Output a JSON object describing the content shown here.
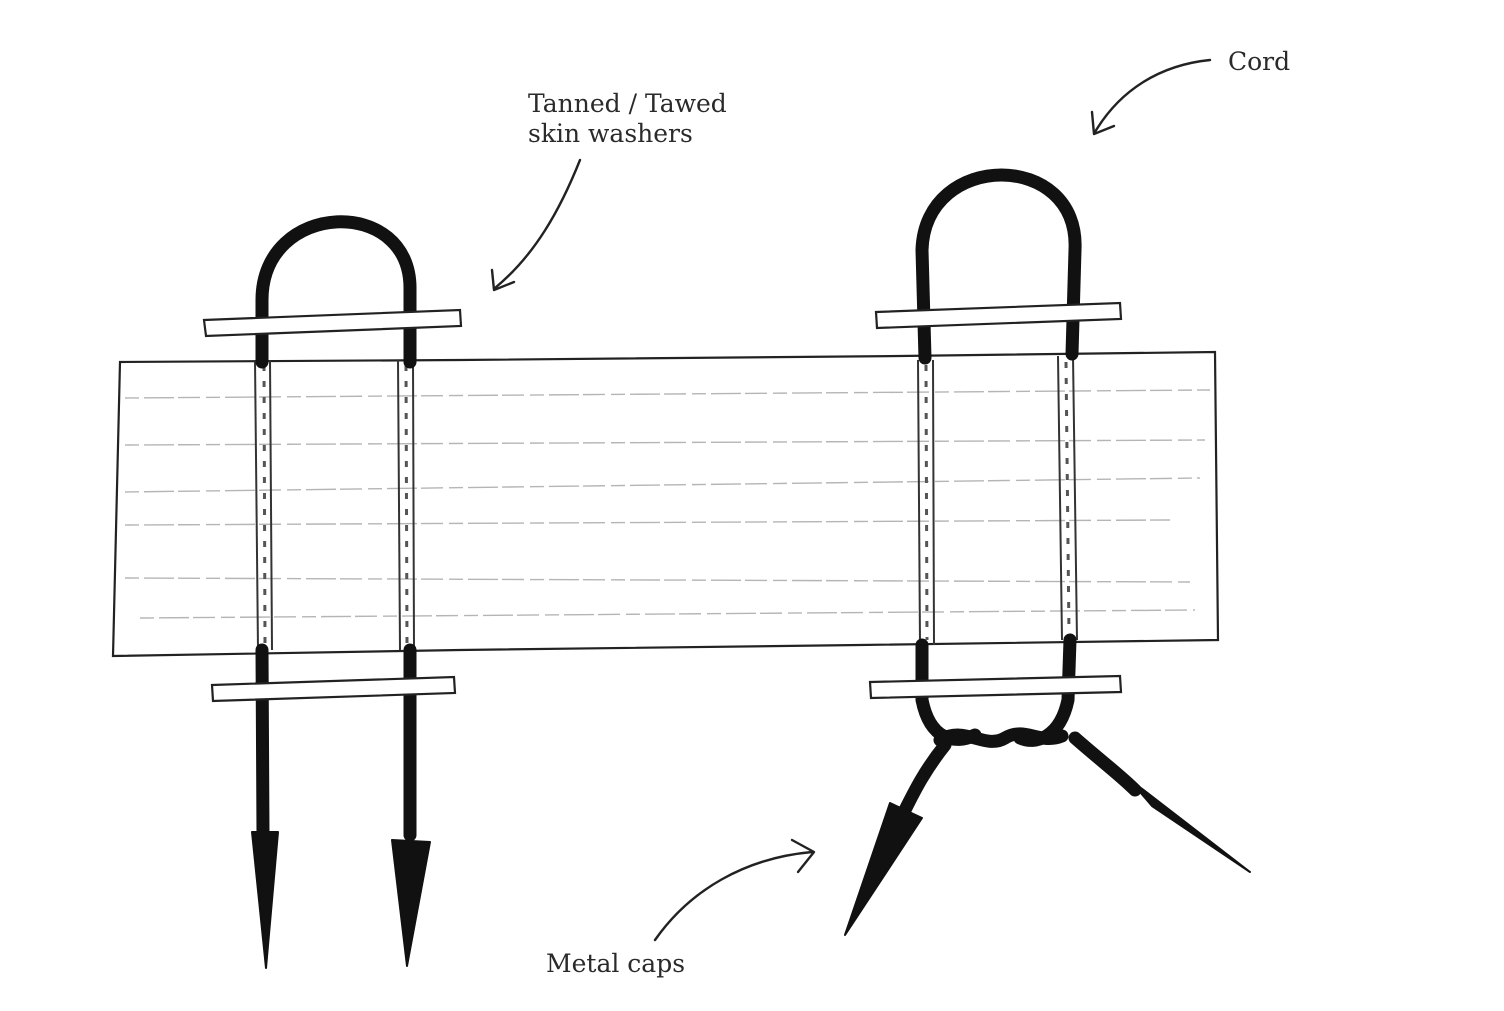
{
  "labels": {
    "washers_line1": "Tanned / Tawed",
    "washers_line2": "skin washers",
    "cord": "Cord",
    "metal_caps": "Metal caps"
  },
  "colors": {
    "ink": "#111111",
    "background": "#ffffff",
    "grain": "#b5b5b5"
  }
}
